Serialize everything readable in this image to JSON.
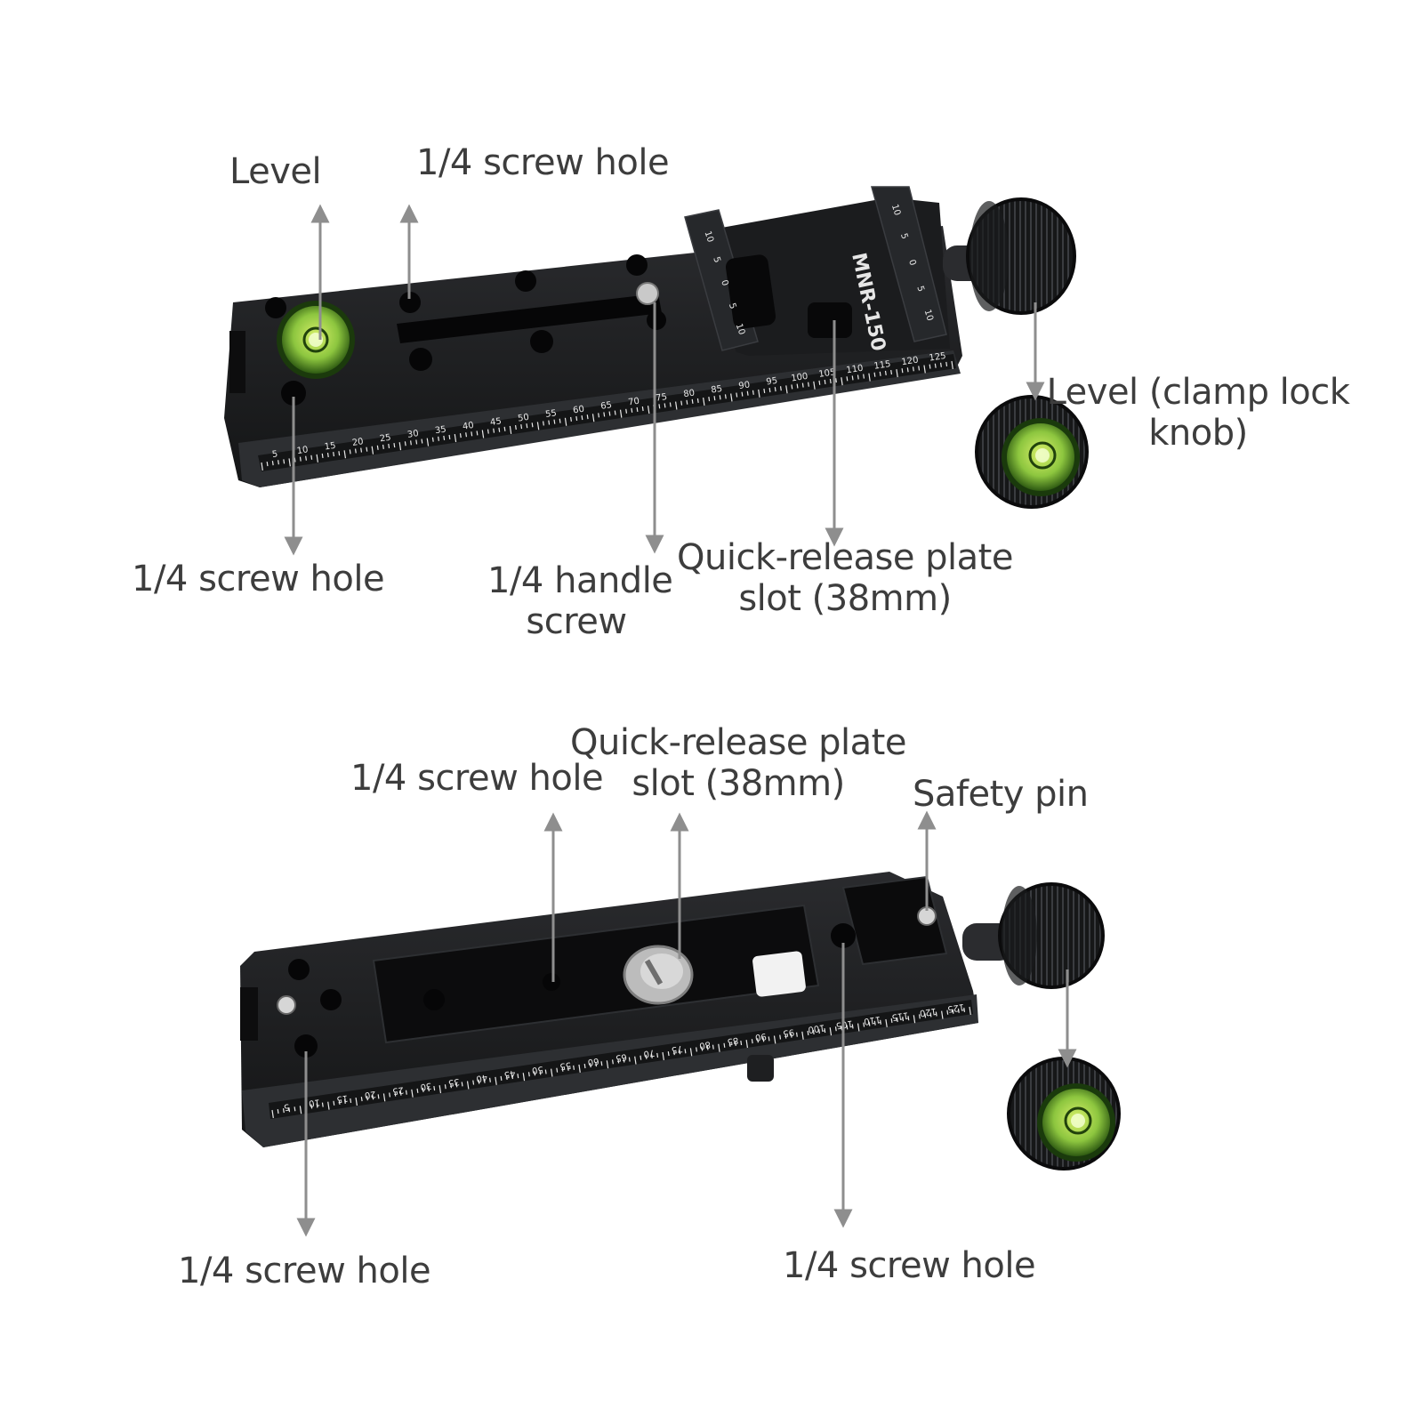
{
  "model_text": "MNR-150",
  "colors": {
    "plate": "#1d1e20",
    "plate_edge": "#2e3033",
    "hole": "#070708",
    "scale_text": "#e8e8e8",
    "bubble": "#9fd43a",
    "arrow": "#8e8e8e",
    "label_text": "#3d3d3d",
    "background": "#ffffff"
  },
  "top_diagram": {
    "labels": {
      "level": "Level",
      "top_screw_hole": "1/4 screw hole",
      "bottom_screw_hole": "1/4 screw hole",
      "handle_screw_line1": "1/4 handle",
      "handle_screw_line2": "screw",
      "plate_slot_line1": "Quick-release plate",
      "plate_slot_line2": "slot (38mm)",
      "knob_level_line1": "Level (clamp lock",
      "knob_level_line2": "knob)"
    },
    "scale_numbers": [
      "5",
      "10",
      "15",
      "20",
      "25",
      "30",
      "35",
      "40",
      "45",
      "50",
      "55",
      "60",
      "65",
      "70",
      "75",
      "80",
      "85",
      "90",
      "95",
      "100",
      "105",
      "110",
      "115",
      "120",
      "125"
    ],
    "clamp_scale_left": [
      "10",
      "5",
      "0",
      "5",
      "10"
    ],
    "clamp_scale_right": [
      "10",
      "5",
      "0",
      "5",
      "10"
    ]
  },
  "bottom_diagram": {
    "labels": {
      "top_screw_hole": "1/4 screw hole",
      "plate_slot_line1": "Quick-release plate",
      "plate_slot_line2": "slot (38mm)",
      "safety_pin": "Safety pin",
      "left_screw_hole": "1/4 screw hole",
      "right_screw_hole": "1/4 screw hole"
    },
    "scale_numbers": [
      "5",
      "10",
      "15",
      "20",
      "25",
      "30",
      "35",
      "40",
      "45",
      "50",
      "55",
      "60",
      "65",
      "70",
      "75",
      "80",
      "85",
      "90",
      "95",
      "100",
      "105",
      "110",
      "115",
      "120",
      "125"
    ]
  }
}
